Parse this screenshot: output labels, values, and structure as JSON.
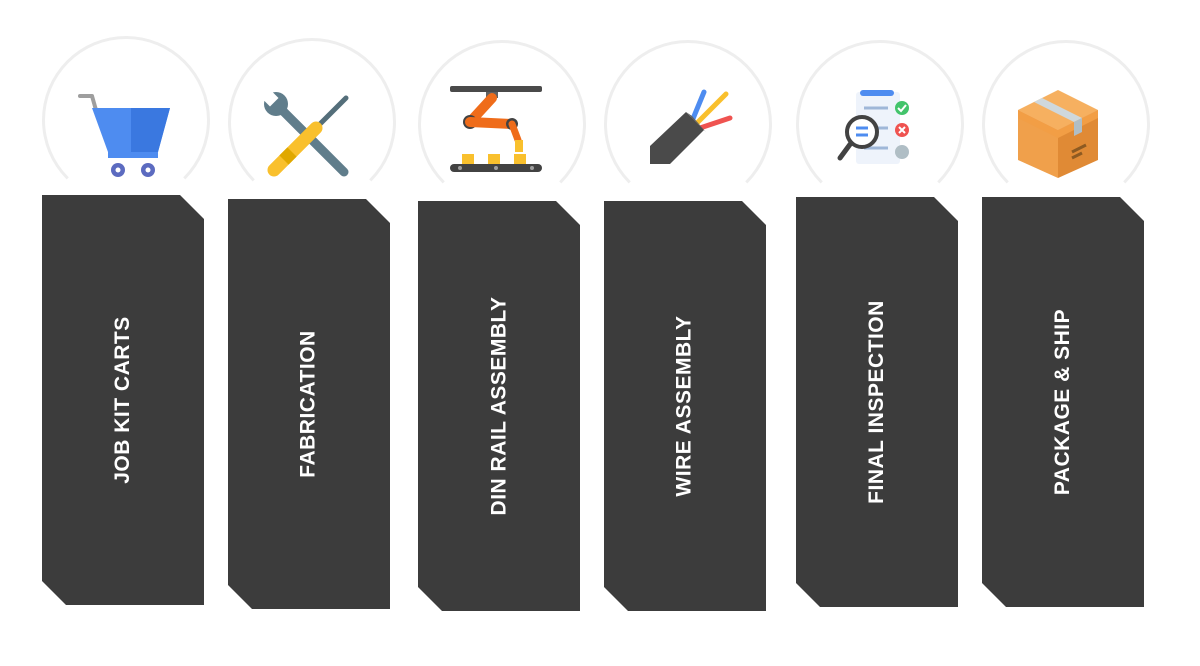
{
  "steps": [
    {
      "label": "JOB KIT CARTS",
      "icon": "shopping-cart-icon"
    },
    {
      "label": "FABRICATION",
      "icon": "wrench-screwdriver-icon"
    },
    {
      "label": "DIN RAIL ASSEMBLY",
      "icon": "robotic-arm-assembly-icon"
    },
    {
      "label": "WIRE ASSEMBLY",
      "icon": "wire-cable-icon"
    },
    {
      "label": "FINAL INSPECTION",
      "icon": "inspection-checklist-icon"
    },
    {
      "label": "PACKAGE & SHIP",
      "icon": "package-box-icon"
    }
  ],
  "colors": {
    "card": "#3c3c3c",
    "label": "#ffffff",
    "arc": "#eeeeee"
  }
}
